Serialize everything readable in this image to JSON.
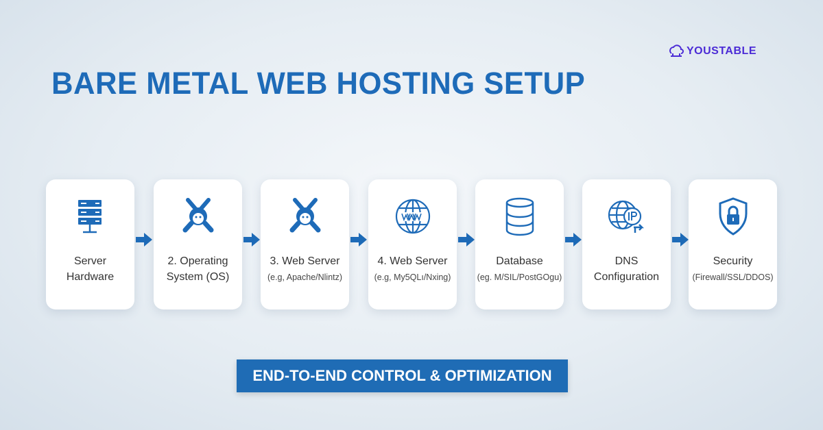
{
  "brand": {
    "name": "YOUSTABLE",
    "color": "#4b2bd6"
  },
  "title": "BARE METAL WEB HOSTING SETUP",
  "accent": "#1e6bb8",
  "steps": [
    {
      "icon": "server-rack-icon",
      "line1": "Server",
      "line2": "Hardware"
    },
    {
      "icon": "linux-penguin-icon",
      "line1": "2. Operating",
      "line2": "System (OS)"
    },
    {
      "icon": "linux-penguin-icon",
      "line1": "3. Web Server",
      "line2": "(e.g, Apache/Nlintz)"
    },
    {
      "icon": "www-globe-icon",
      "line1": "4. Web Server",
      "line2": "(e.g, My5QLı/Nxing)"
    },
    {
      "icon": "database-icon",
      "line1": "Database",
      "line2": "(eg. M/SIL/PostGOgu)"
    },
    {
      "icon": "ip-globe-icon",
      "line1": "DNS",
      "line2": "Configuration"
    },
    {
      "icon": "shield-lock-icon",
      "line1": "Security",
      "line2": "(Firewall/SSL/DDOS)"
    }
  ],
  "banner": "END-TO-END CONTROL & OPTIMIZATION"
}
